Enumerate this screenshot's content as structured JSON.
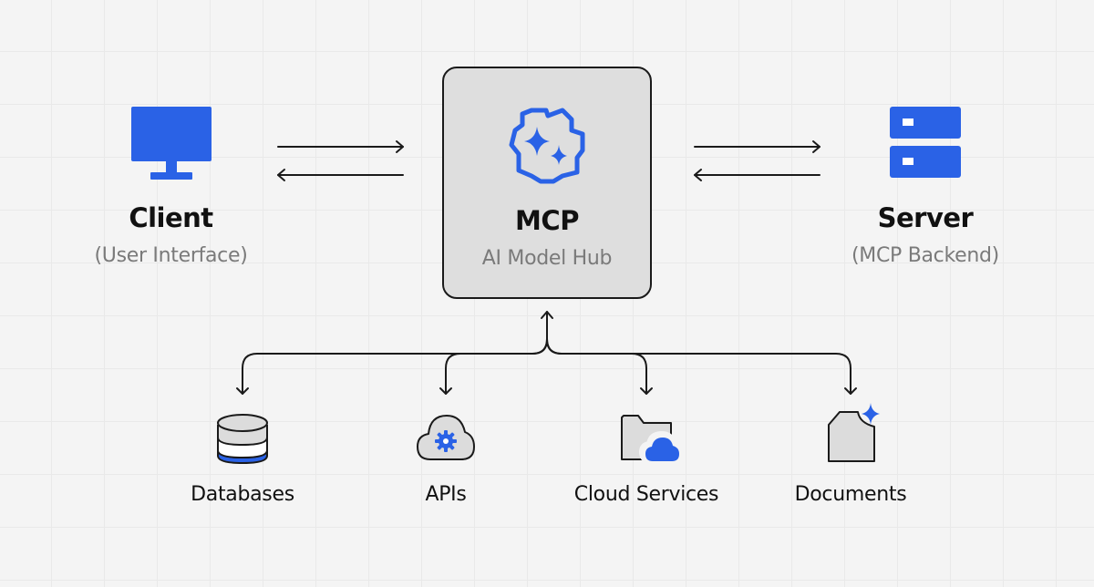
{
  "hub": {
    "title": "MCP",
    "subtitle": "AI Model Hub",
    "icon": "ai-brain-icon"
  },
  "client": {
    "title": "Client",
    "subtitle": "(User Interface)",
    "icon": "monitor-icon"
  },
  "server": {
    "title": "Server",
    "subtitle": "(MCP Backend)",
    "icon": "server-icon"
  },
  "resources": [
    {
      "label": "Databases",
      "icon": "database-icon"
    },
    {
      "label": "APIs",
      "icon": "cloud-gear-icon"
    },
    {
      "label": "Cloud Services",
      "icon": "folder-cloud-icon"
    },
    {
      "label": "Documents",
      "icon": "document-sparkle-icon"
    }
  ],
  "colors": {
    "accent": "#2a62e6",
    "background": "#f4f4f4",
    "hub_fill": "#dedede",
    "icon_fill": "#dcdcdc",
    "text": "#111111",
    "muted_text": "#7a7a7a"
  }
}
